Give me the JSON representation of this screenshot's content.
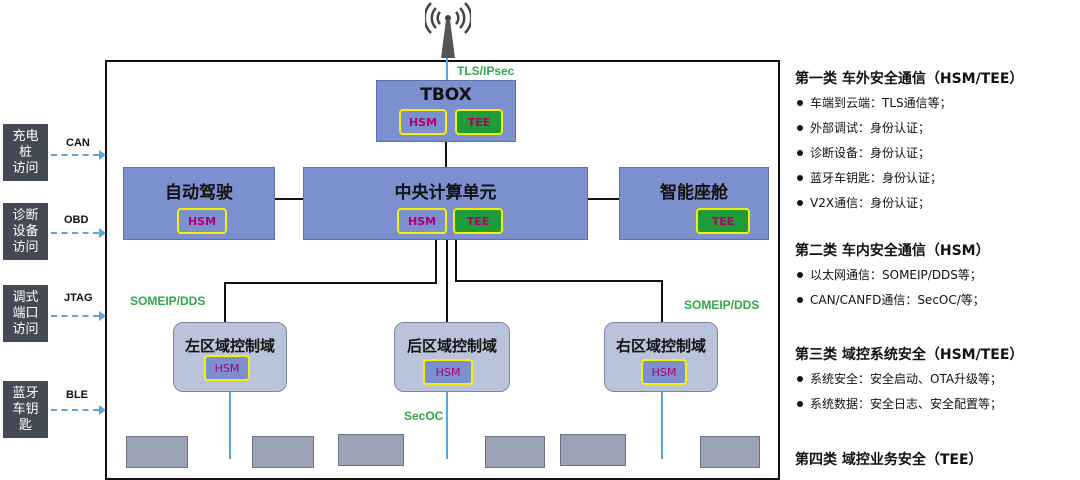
{
  "antenna_link": "TLS/IPsec",
  "tbox": {
    "title": "TBOX",
    "chips": [
      "HSM",
      "TEE"
    ]
  },
  "auto_drive": {
    "title": "自动驾驶",
    "chip": "HSM"
  },
  "central": {
    "title": "中央计算单元",
    "chips": [
      "HSM",
      "TEE"
    ]
  },
  "cockpit": {
    "title": "智能座舱",
    "chip": "TEE"
  },
  "bus_left": "SOMEIP/DDS",
  "bus_right": "SOMEIP/DDS",
  "bus_bottom": "SecOC",
  "zones": [
    {
      "title": "左区域控制域",
      "chip": "HSM"
    },
    {
      "title": "后区域控制域",
      "chip": "HSM"
    },
    {
      "title": "右区域控制域",
      "chip": "HSM"
    }
  ],
  "external": [
    {
      "label": "充电\n桩\n访问",
      "link": "CAN"
    },
    {
      "label": "诊断\n设备\n访问",
      "link": "OBD"
    },
    {
      "label": "调式\n端口\n访问",
      "link": "JTAG"
    },
    {
      "label": "蓝牙\n车钥\n匙",
      "link": "BLE"
    }
  ],
  "legend": [
    {
      "heading": "第一类 车外安全通信（HSM/TEE）",
      "items": [
        "车端到云端：TLS通信等；",
        "外部调试：身份认证；",
        "诊断设备：身份认证；",
        "蓝牙车钥匙：身份认证；",
        "V2X通信：身份认证；"
      ]
    },
    {
      "heading": "第二类 车内安全通信（HSM）",
      "items": [
        "以太网通信：SOMEIP/DDS等；",
        "CAN/CANFD通信：SecOC/等；"
      ]
    },
    {
      "heading": "第三类 域控系统安全（HSM/TEE）",
      "items": [
        "系统安全：安全启动、OTA升级等；",
        "系统数据：安全日志、安全配置等；"
      ]
    },
    {
      "heading": "第四类 域控业务安全（TEE）",
      "items": []
    }
  ],
  "colors": {
    "box": "#7c8fcf",
    "zone": "#b9c3da",
    "tee": "#1f9b3a",
    "chip_border": "#f4f000",
    "link": "#5aa6dd",
    "bus_label": "#2fa84a"
  }
}
